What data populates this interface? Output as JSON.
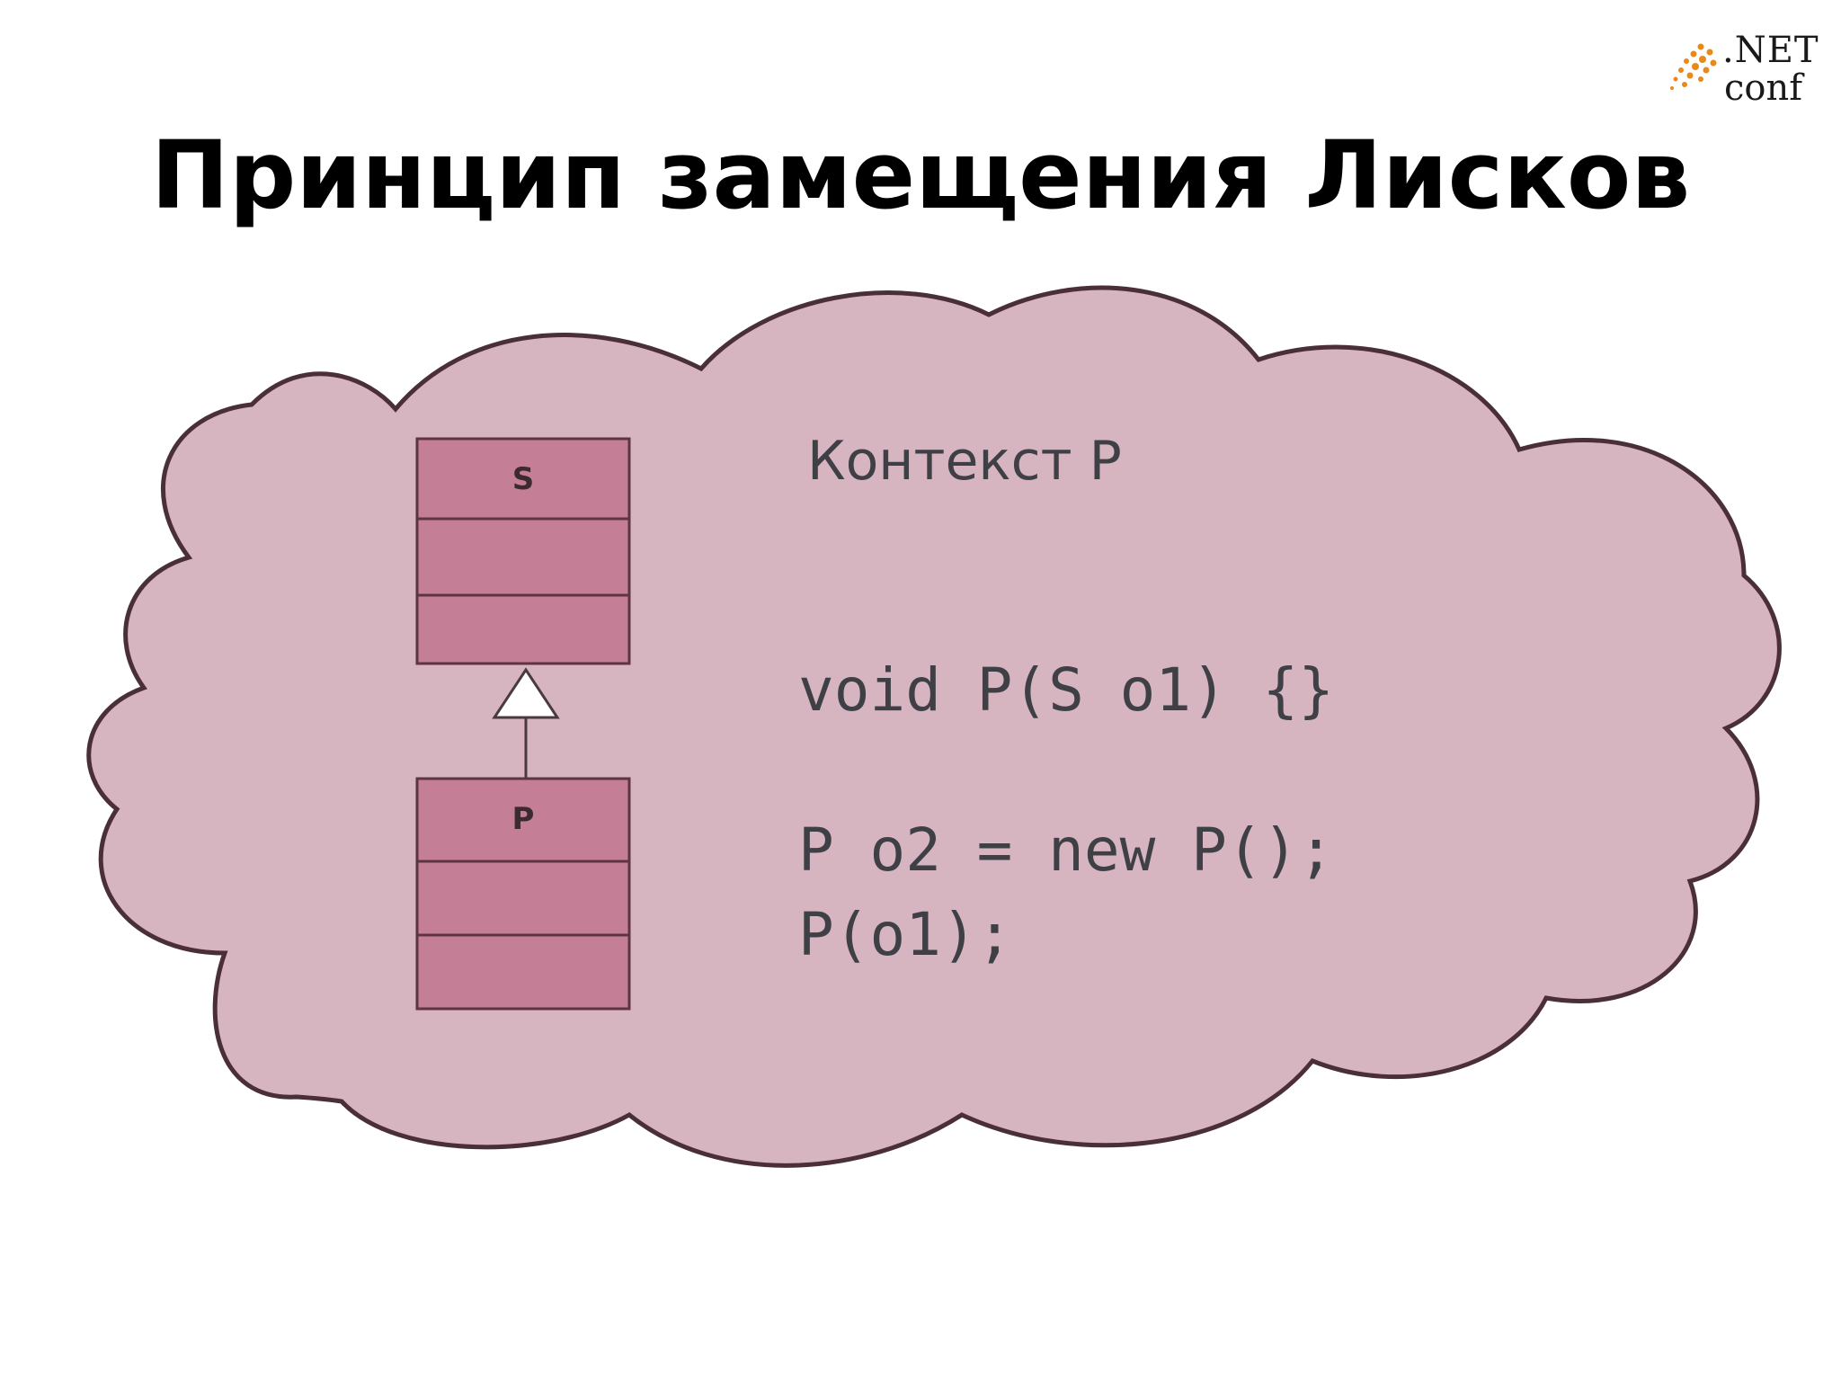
{
  "slide": {
    "title": "Принцип замещения Лисков"
  },
  "logo": {
    "line1": ".NET",
    "line2": "conf",
    "accent_color": "#e8891a"
  },
  "diagram": {
    "context_label": "Контекст P",
    "classes": [
      {
        "name": "S",
        "role": "base-class"
      },
      {
        "name": "P",
        "role": "derived-class"
      }
    ],
    "relation": "inheritance",
    "code_lines": [
      "void P(S o1) {}",
      "P o2 = new P();",
      "P(o1);"
    ],
    "colors": {
      "cloud_fill": "#d6b4c0",
      "cloud_stroke": "#4a2f38",
      "class_fill": "#c47f96",
      "class_stroke": "#5e3342"
    }
  }
}
